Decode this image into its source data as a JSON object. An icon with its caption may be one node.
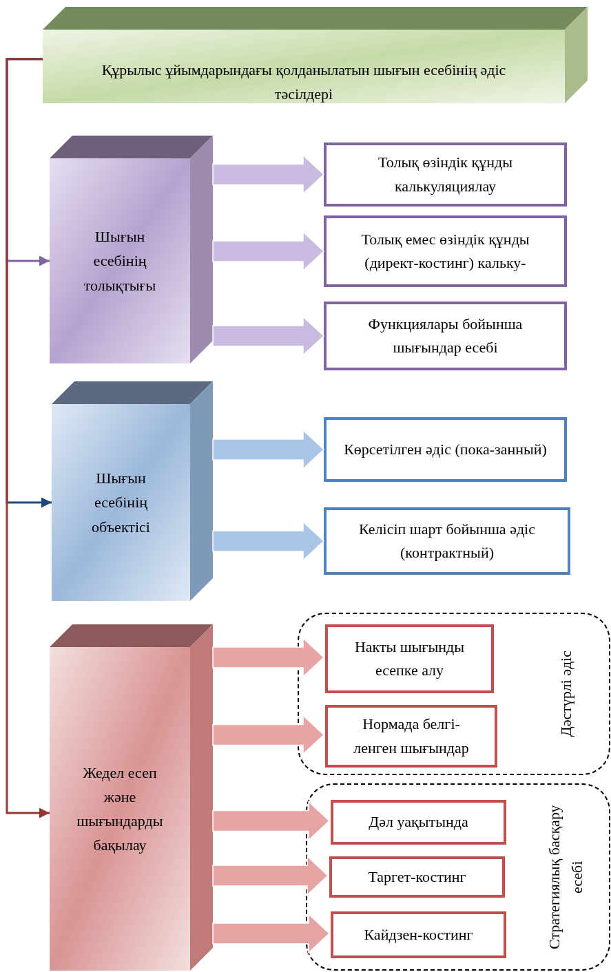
{
  "diagram": {
    "nodes": [
      {
        "text": [
          "Құрылыс ұйымдарындағы қолданылатын шығын есебінің әдіс тәсілдері"
        ]
      },
      {
        "text": [
          "Шығын есебінің толықтығы"
        ]
      },
      {
        "text": [
          "Толық өзіндік құнды калькуляциялау"
        ]
      },
      {
        "text": [
          "Толық емес өзіндік құнды (директ-костинг) кальку-"
        ]
      },
      {
        "text": [
          "Функциялары бойынша шығындар есебі"
        ]
      },
      {
        "text": [
          "Шығын есебінің объектісі"
        ]
      },
      {
        "text": [
          "Көрсетілген әдіс (пока-занный)"
        ]
      },
      {
        "text": [
          "Келісіп шарт бойынша әдіс (контрактный)"
        ]
      },
      {
        "text": [
          "Жедел есеп және шығындарды бақылау"
        ]
      },
      {
        "text": [
          "Дәстүрлі әдіс"
        ]
      },
      {
        "text": [
          "Накты шығынды есепке алу"
        ],
        "in": 9
      },
      {
        "text": [
          "Нормада белгі-ленген шығындар"
        ],
        "in": 9
      },
      {
        "text": [
          "Стратегиялық басқару есебі"
        ]
      },
      {
        "text": [
          "Дәл уақытында"
        ],
        "in": 12
      },
      {
        "text": [
          "Таргет-костинг"
        ],
        "in": 12
      },
      {
        "text": [
          "Кайдзен-костинг"
        ],
        "in": 12
      }
    ],
    "edges": [
      {
        "from": 0,
        "to": 1,
        "arrow": "to",
        "color": "#8064a2"
      },
      {
        "from": 0,
        "to": 5,
        "arrow": "to",
        "color": "#1f497d"
      },
      {
        "from": 0,
        "to": 8,
        "arrow": "to",
        "color": "#953735"
      },
      {
        "from": 1,
        "to": 2,
        "arrow": "to",
        "style": "thick",
        "color": "#c9badf"
      },
      {
        "from": 1,
        "to": 3,
        "arrow": "to",
        "style": "thick",
        "color": "#c9badf"
      },
      {
        "from": 1,
        "to": 4,
        "arrow": "to",
        "style": "thick",
        "color": "#c9badf"
      },
      {
        "from": 5,
        "to": 6,
        "arrow": "to",
        "style": "thick",
        "color": "#a9c4e6"
      },
      {
        "from": 5,
        "to": 7,
        "arrow": "to",
        "style": "thick",
        "color": "#a9c4e6"
      },
      {
        "from": 8,
        "to": 10,
        "arrow": "to",
        "style": "thick",
        "color": "#e8a4a4"
      },
      {
        "from": 8,
        "to": 11,
        "arrow": "to",
        "style": "thick",
        "color": "#e8a4a4"
      },
      {
        "from": 8,
        "to": 13,
        "arrow": "to",
        "style": "thick",
        "color": "#e8a4a4"
      },
      {
        "from": 8,
        "to": 14,
        "arrow": "to",
        "style": "thick",
        "color": "#e8a4a4"
      },
      {
        "from": 8,
        "to": 15,
        "arrow": "to",
        "style": "thick",
        "color": "#e8a4a4"
      }
    ]
  }
}
